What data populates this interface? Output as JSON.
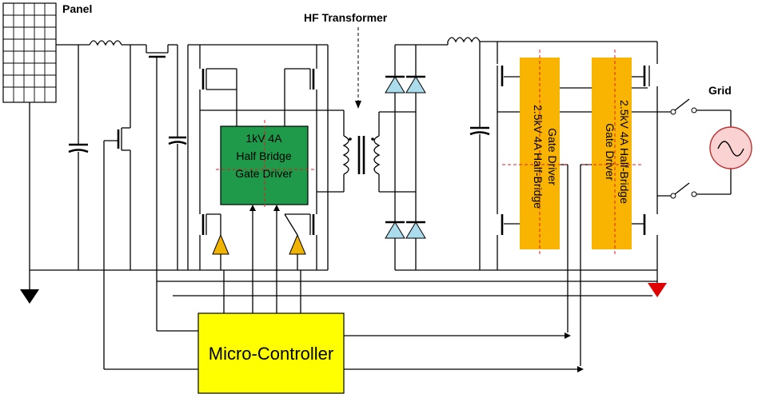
{
  "labels": {
    "panel": "Panel",
    "transformer": "HF Transformer",
    "grid": "Grid"
  },
  "blocks": {
    "hb_driver_lines": [
      "1kV 4A",
      "Half Bridge",
      "Gate Driver"
    ],
    "driver_a_lines": [
      "2.5kV 4A Half-Bridge",
      "Gate Driver"
    ],
    "driver_b_lines": [
      "2.5kV 4A Half-Bridge",
      "Gate Driver"
    ],
    "controller": "Micro-Controller"
  },
  "colors": {
    "hb_driver": "#1e9a4a",
    "iso_driver": "#f8b400",
    "controller": "#ffff00",
    "diode": "#aadcec",
    "buffer": "#f0b400",
    "grid_source": "#fad2d2",
    "ground_right": "#e00000",
    "dash": "#e02020"
  }
}
